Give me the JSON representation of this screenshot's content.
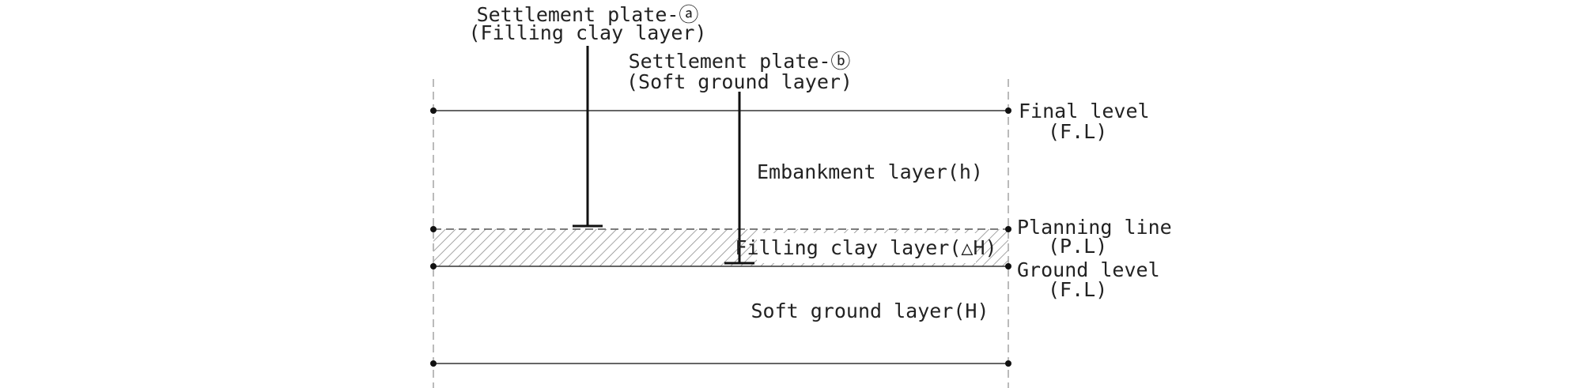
{
  "diagram": {
    "plate_a": {
      "title": "Settlement plate-ⓐ",
      "subtitle": "(Filling clay layer)"
    },
    "plate_b": {
      "title": "Settlement plate-ⓑ",
      "subtitle": "(Soft ground layer)"
    },
    "levels": {
      "final_level": {
        "name": "Final level",
        "abbr": "(F.L)"
      },
      "planning_line": {
        "name": "Planning line",
        "abbr": "(P.L)"
      },
      "ground_level": {
        "name": "Ground level",
        "abbr": "(F.L)"
      }
    },
    "layers": {
      "embankment": "Embankment layer(h)",
      "filling_clay": "Filling clay layer(△H)",
      "soft_ground": "Soft ground layer(H)"
    },
    "colors": {
      "line": "#333333",
      "hatch": "#888888",
      "dashed_boundary": "#aaaaaa",
      "text": "#222222"
    }
  }
}
